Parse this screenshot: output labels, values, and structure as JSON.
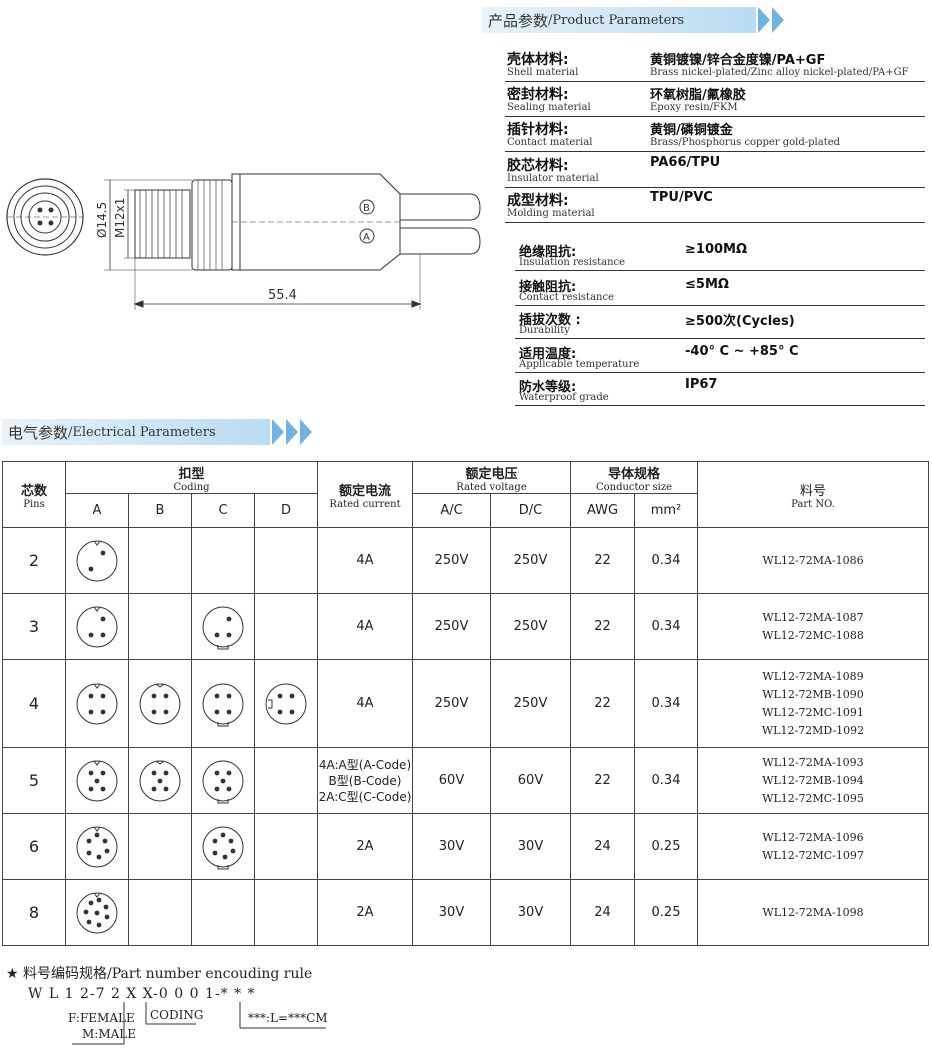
{
  "product_params": {
    "title_cn": "产品参数",
    "title_en": "/Product Parameters",
    "rows": [
      {
        "cn": "壳体材料:",
        "en": "Shell material",
        "v1": "黄铜镀镍/锌合金度镍/PA+GF",
        "v2": "Brass nickel-plated/Zinc alloy nickel-plated/PA+GF"
      },
      {
        "cn": "密封材料:",
        "en": "Sealing material",
        "v1": "环氧树脂/氟橡胶",
        "v2": "Epoxy resin/FKM"
      },
      {
        "cn": "插针材料:",
        "en": "Contact material",
        "v1": "黄铜/磷铜镀金",
        "v2": "Brass/Phosphorus copper gold-plated"
      },
      {
        "cn": "胶芯材料:",
        "en": "Insulator material",
        "v1": "PA66/TPU",
        "v2": ""
      },
      {
        "cn": "成型材料:",
        "en": "Molding material",
        "v1": "TPU/PVC",
        "v2": ""
      }
    ],
    "rows2": [
      {
        "cn": "绝缘阻抗:",
        "en": "Insulation resistance",
        "v": "≥100MΩ"
      },
      {
        "cn": "接触阻抗:",
        "en": "Contact resistance",
        "v": "≤5MΩ"
      },
      {
        "cn": "插拔次数 :",
        "en": "Durability",
        "v": "≥500次(Cycles)"
      },
      {
        "cn": "适用温度:",
        "en": "Applicable temperature",
        "v": "-40° C ~ +85° C"
      },
      {
        "cn": "防水等级:",
        "en": "Waterproof grade",
        "v": "IP67"
      }
    ]
  },
  "drawing": {
    "dim_diameter": "Ø14.5",
    "dim_thread": "M12x1",
    "dim_length": "55.4",
    "label_a": "A",
    "label_b": "B"
  },
  "electrical": {
    "title_cn": "电气参数",
    "title_en": "/Electrical Parameters",
    "headers": {
      "pins_cn": "芯数",
      "pins_en": "Pins",
      "coding_cn": "扣型",
      "coding_en": "Coding",
      "coding_cols": [
        "A",
        "B",
        "C",
        "D"
      ],
      "current_cn": "额定电流",
      "current_en": "Rated current",
      "voltage_cn": "额定电压",
      "voltage_en": "Rated voltage",
      "ac": "A/C",
      "dc": "D/C",
      "conductor_cn": "导体规格",
      "conductor_en": "Conductor size",
      "awg": "AWG",
      "mm2": "mm²",
      "part_cn": "料号",
      "part_en": "Part NO."
    },
    "rows": [
      {
        "pins": "2",
        "current": "4A",
        "ac": "250V",
        "dc": "250V",
        "awg": "22",
        "mm2": "0.34",
        "parts": [
          "WL12-72MA-1086"
        ]
      },
      {
        "pins": "3",
        "current": "4A",
        "ac": "250V",
        "dc": "250V",
        "awg": "22",
        "mm2": "0.34",
        "parts": [
          "WL12-72MA-1087",
          "WL12-72MC-1088"
        ]
      },
      {
        "pins": "4",
        "current": "4A",
        "ac": "250V",
        "dc": "250V",
        "awg": "22",
        "mm2": "0.34",
        "parts": [
          "WL12-72MA-1089",
          "WL12-72MB-1090",
          "WL12-72MC-1091",
          "WL12-72MD-1092"
        ]
      },
      {
        "pins": "5",
        "current_lines": [
          "4A:A型(A-Code)",
          "B型(B-Code)",
          "2A:C型(C-Code)"
        ],
        "ac": "60V",
        "dc": "60V",
        "awg": "22",
        "mm2": "0.34",
        "parts": [
          "WL12-72MA-1093",
          "WL12-72MB-1094",
          "WL12-72MC-1095"
        ]
      },
      {
        "pins": "6",
        "current": "2A",
        "ac": "30V",
        "dc": "30V",
        "awg": "24",
        "mm2": "0.25",
        "parts": [
          "WL12-72MA-1096",
          "WL12-72MC-1097"
        ]
      },
      {
        "pins": "8",
        "current": "2A",
        "ac": "30V",
        "dc": "30V",
        "awg": "24",
        "mm2": "0.25",
        "parts": [
          "WL12-72MA-1098"
        ]
      }
    ]
  },
  "part_rule": {
    "star": "★",
    "title_cn": "料号编码规格",
    "title_en": "/Part number encouding rule",
    "code": "W L 1 2-7 2 X X-0 0 0 1-* * *",
    "gender_f": "F:FEMALE",
    "gender_m": "M:MALE",
    "coding": "CODING",
    "length": "***:L=***CM"
  }
}
